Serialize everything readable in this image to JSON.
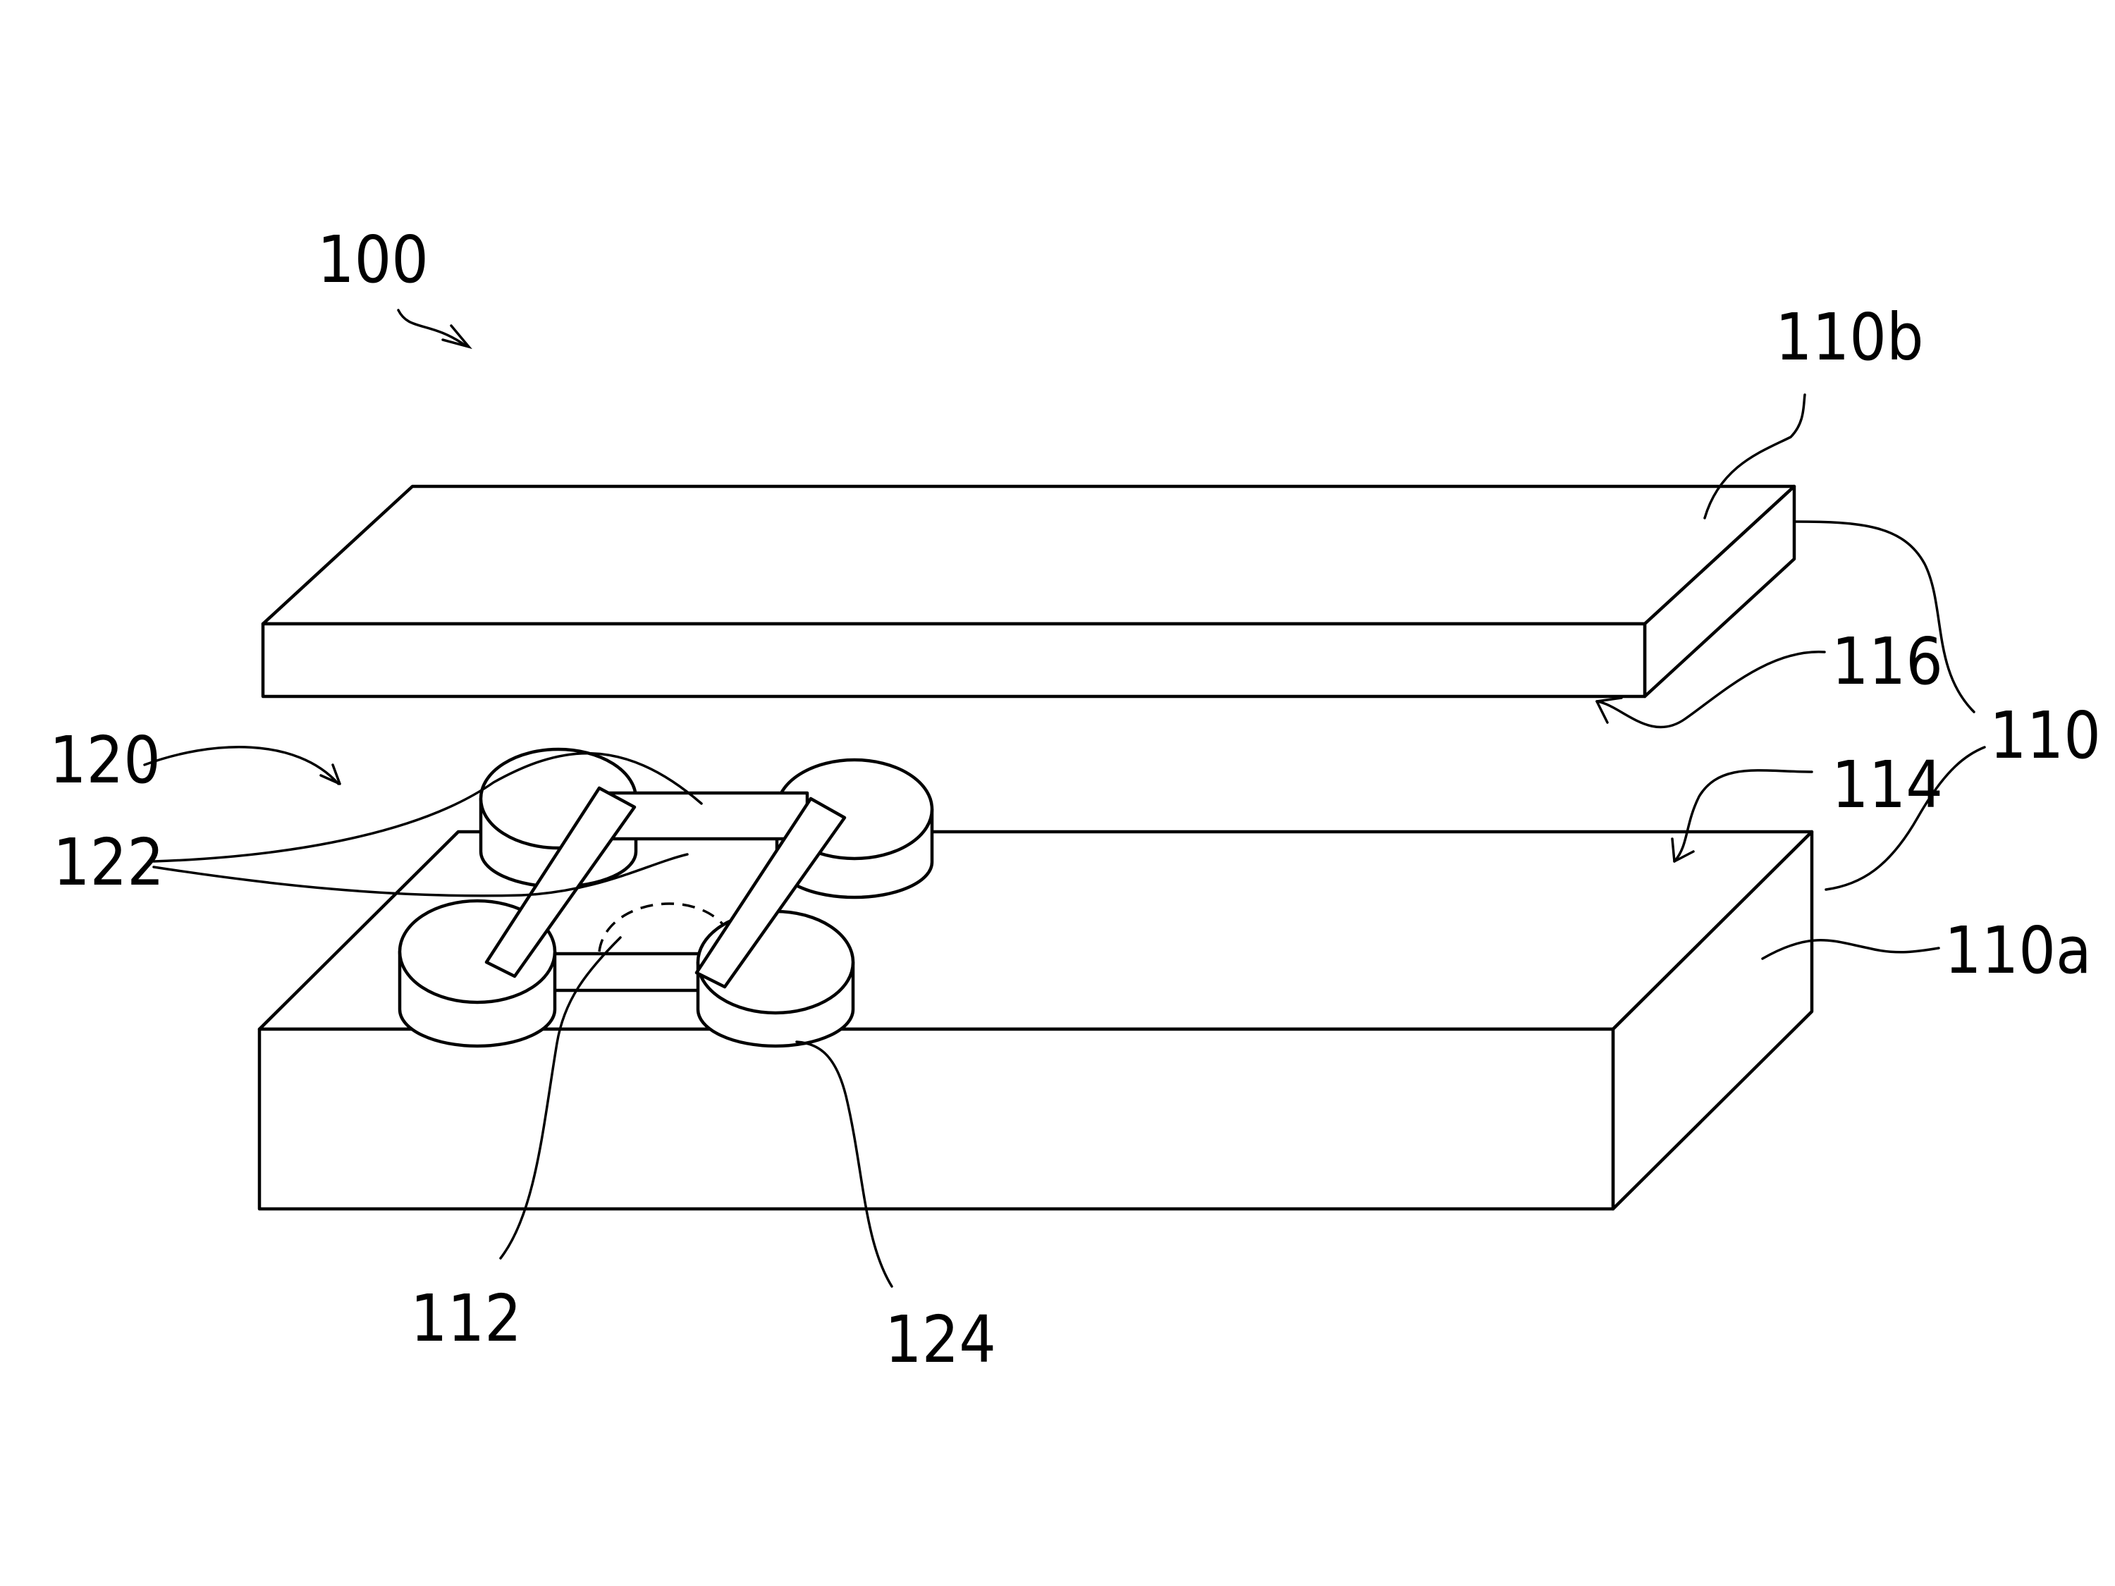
{
  "figure": {
    "labels": {
      "device": "100",
      "cover": "110b",
      "gap": "116",
      "package": "110",
      "surface": "114",
      "base": "110a",
      "assembly": "120",
      "leads": "122",
      "chip": "112",
      "bumps": "124"
    }
  }
}
